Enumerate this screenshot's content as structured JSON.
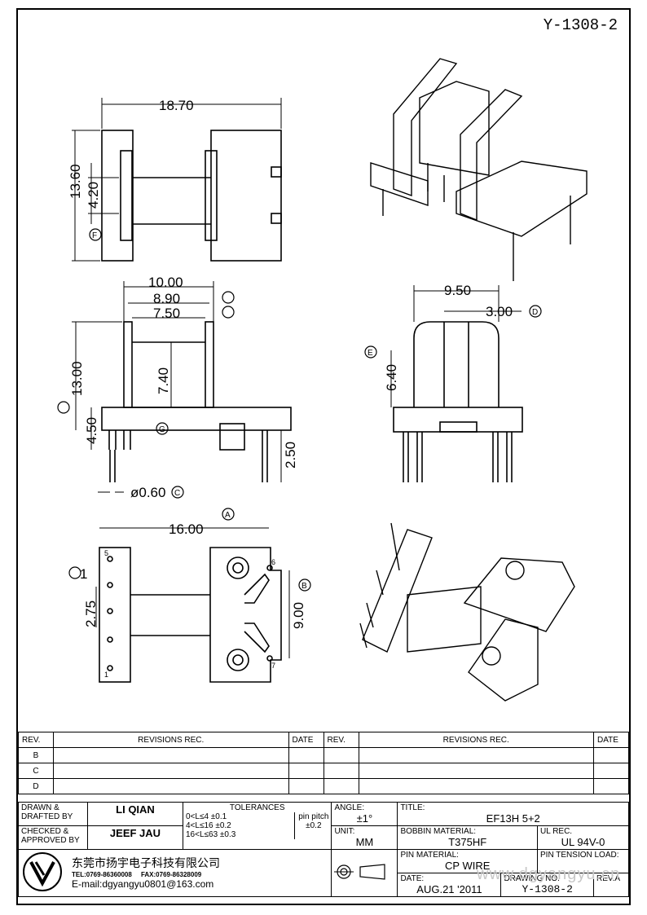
{
  "document_number_top": "Y-1308-2",
  "dimensions": {
    "top_width": "18.70",
    "top_height": "13.60",
    "top_inner": "4.20",
    "front_w1": "10.00",
    "front_w2": "8.90",
    "front_w3": "7.50",
    "front_h1": "13.00",
    "front_h2": "7.40",
    "front_h3": "4.50",
    "front_pin": "2.50",
    "pin_dia": "ø0.60",
    "side_w": "9.50",
    "side_w2": "3.00",
    "side_h": "6.40",
    "bottom_w": "16.00",
    "bottom_pitch": "2.75",
    "bottom_h": "9.00",
    "bottom_1": "1",
    "pin_nums": [
      "5",
      "6",
      "1",
      "7"
    ]
  },
  "datum_labels": [
    "A",
    "B",
    "C",
    "D",
    "E",
    "F",
    "G"
  ],
  "revisions": {
    "headers": [
      "REV.",
      "REVISIONS   REC.",
      "DATE",
      "REV.",
      "REVISIONS   REC.",
      "DATE"
    ],
    "rows": [
      "B",
      "C",
      "D"
    ]
  },
  "title_block": {
    "drawn_label": "DRAWN  &\nDRAFTED BY",
    "drawn_value": "LI QIAN",
    "checked_label": "CHECKED  &\nAPPROVED BY",
    "checked_value": "JEEF JAU",
    "tolerances_label": "TOLERANCES",
    "tol_1": "0<L≤4    ±0.1",
    "tol_2": "4<L≤16  ±0.2",
    "tol_3": "16<L≤63  ±0.3",
    "pin_pitch_label": "pin pitch",
    "pin_pitch_value": "±0.2",
    "angle_label": "ANGLE:",
    "angle_value": "±1°",
    "unit_label": "UNIT:",
    "unit_value": "MM",
    "title_label": "TITLE:",
    "title_value": "EF13H  5+2",
    "bobbin_label": "BOBBIN MATERIAL:",
    "bobbin_value": "T375HF",
    "ul_label": "UL REC.",
    "ul_value": "UL  94V-0",
    "pin_mat_label": "PIN MATERIAL:",
    "pin_mat_value": "CP  WIRE",
    "tension_label": "PIN TENSION LOAD:",
    "date_label": "DATE:",
    "date_value": "AUG.21  '2011",
    "drawing_no_label": "DRAWING  NO.",
    "drawing_no_value": "Y-1308-2",
    "rev_a_label": "REV.A",
    "company_name": "东莞市扬宇电子科技有限公司",
    "tel": "TEL:0769-86360008",
    "fax": "FAX:0769-86328009",
    "email": "E-mail:dgyangyu0801@163.com",
    "watermark": "www.dgyangyu.cn"
  }
}
